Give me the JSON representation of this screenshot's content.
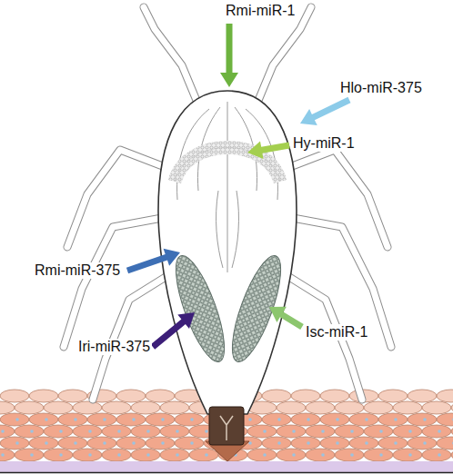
{
  "diagram": {
    "labels": [
      "Rmi-miR-1",
      "Hlo-miR-375",
      "Hy-miR-1",
      "Rmi-miR-375",
      "Iri-miR-375",
      "Isc-miR-1"
    ]
  }
}
